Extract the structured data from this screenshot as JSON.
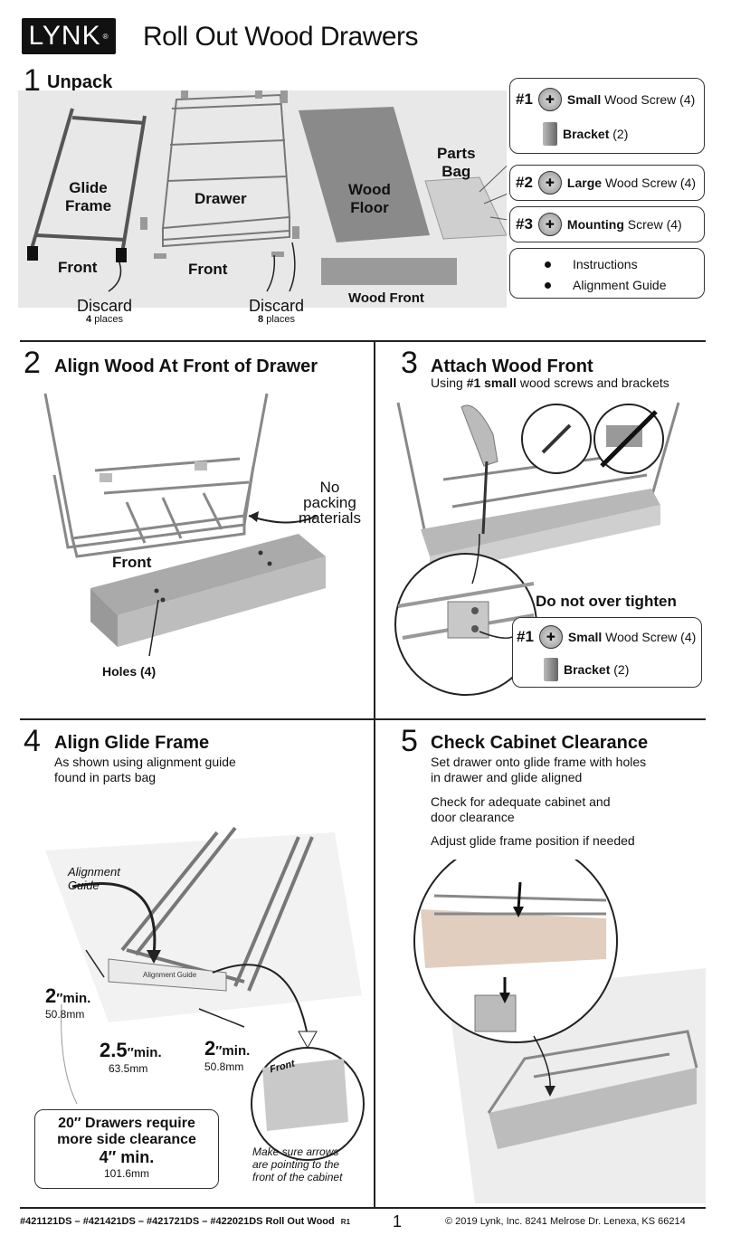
{
  "header": {
    "logo": "LYNK",
    "title": "Roll Out Wood Drawers"
  },
  "step1": {
    "num": "1",
    "title": "Unpack",
    "labels": {
      "glide_frame": "Glide\nFrame",
      "drawer": "Drawer",
      "wood_floor": "Wood\nFloor",
      "parts_bag": "Parts\nBag",
      "front1": "Front",
      "front2": "Front",
      "wood_front": "Wood Front",
      "discard1": "Discard",
      "discard1_count": "4",
      "discard1_unit": "places",
      "discard2": "Discard",
      "discard2_count": "8",
      "discard2_unit": "places"
    },
    "parts": {
      "p1_num": "#1",
      "p1_bold": "Small",
      "p1_rest": "Wood Screw (4)",
      "bracket_bold": "Bracket",
      "bracket_rest": "(2)",
      "p2_num": "#2",
      "p2_bold": "Large",
      "p2_rest": "Wood Screw (4)",
      "p3_num": "#3",
      "p3_bold": "Mounting",
      "p3_rest": "Screw (4)",
      "doc1": "Instructions",
      "doc2": "Alignment Guide"
    }
  },
  "step2": {
    "num": "2",
    "title": "Align Wood At Front of Drawer",
    "no_packing": "No\npacking\nmaterials",
    "front": "Front",
    "holes": "Holes (4)"
  },
  "step3": {
    "num": "3",
    "title": "Attach Wood Front",
    "sub_a": "Using ",
    "sub_b": "#1 small",
    "sub_c": " wood screws and brackets",
    "warning": "Do not over tighten",
    "p1_num": "#1",
    "p1_bold": "Small",
    "p1_rest": "Wood Screw (4)",
    "bracket_bold": "Bracket",
    "bracket_rest": "(2)"
  },
  "step4": {
    "num": "4",
    "title": "Align Glide Frame",
    "sub1": "As shown using alignment guide",
    "sub2": "found in parts bag",
    "align_guide": "Alignment\nGuide",
    "m1": "2",
    "m1_unit": "″min.",
    "m1_mm": "50.8mm",
    "m2": "2.5",
    "m2_unit": "″min.",
    "m2_mm": "63.5mm",
    "m3": "2",
    "m3_unit": "″min.",
    "m3_mm": "50.8mm",
    "note1": "20″ Drawers require",
    "note2": "more side clearance",
    "note3": "4″ min.",
    "note4": "101.6mm",
    "arrows1": "Make sure arrows",
    "arrows2": "are pointing to the",
    "arrows3": "front of the cabinet",
    "front_tag": "Front"
  },
  "step5": {
    "num": "5",
    "title": "Check Cabinet Clearance",
    "t1": "Set drawer onto glide frame with holes",
    "t2": "in drawer and glide aligned",
    "t3": "Check for adequate cabinet and",
    "t4": "door clearance",
    "t5": "Adjust glide frame position if needed"
  },
  "footer": {
    "models": "#421121DS – #421421DS – #421721DS – #422021DS Roll Out Wood",
    "rev": "R1",
    "page": "1",
    "copyright": "© 2019 Lynk, Inc. 8241 Melrose Dr. Lenexa, KS 66214"
  }
}
